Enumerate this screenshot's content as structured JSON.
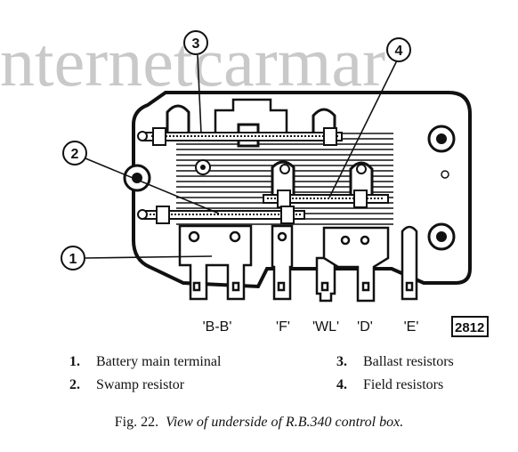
{
  "watermark": "nternetcarmar",
  "callouts": [
    "3",
    "4",
    "2",
    "1"
  ],
  "terminals": [
    "'B-B'",
    "'F'",
    "'WL'",
    "'D'",
    "'E'"
  ],
  "figure_id": "2812",
  "legend": [
    {
      "num": "1.",
      "text": "Battery main terminal"
    },
    {
      "num": "3.",
      "text": "Ballast resistors"
    },
    {
      "num": "2.",
      "text": "Swamp resistor"
    },
    {
      "num": "4.",
      "text": "Field resistors"
    }
  ],
  "caption": {
    "fig": "Fig. 22.",
    "text": "View of underside of R.B.340 control box."
  }
}
